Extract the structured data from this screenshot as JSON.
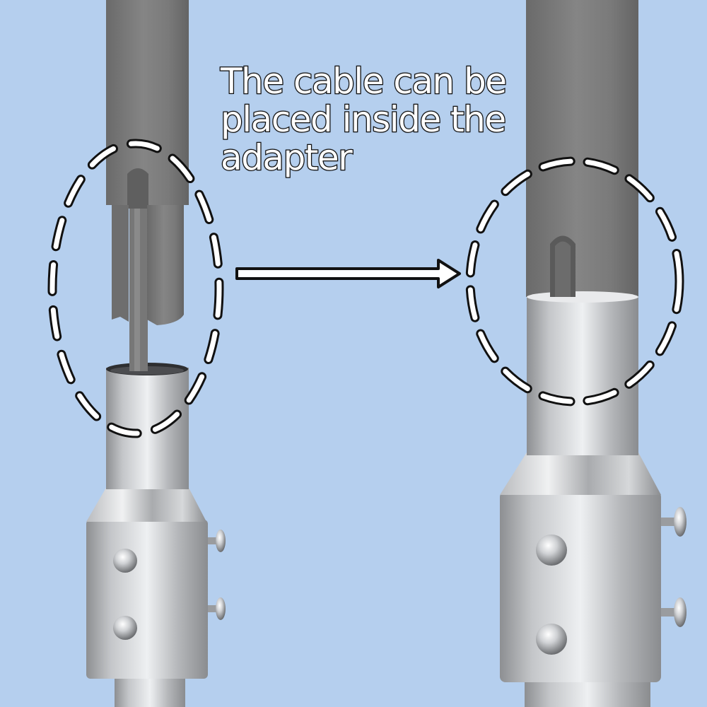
{
  "caption": {
    "lines": [
      "The cable can be",
      "placed inside the",
      "adapter"
    ]
  },
  "colors": {
    "background": "#b5cfee",
    "tube_gray": "#7c7c7c",
    "metal_light": "#d4d6d8",
    "metal_dark": "#8e9093",
    "outline": "#111111",
    "dash_fill": "#ffffff"
  },
  "illustrations": [
    {
      "id": "before",
      "description": "Gray tube with slotted end and cable, separated above silver adapter with set screws",
      "highlight": "dashed-ellipse"
    },
    {
      "id": "after",
      "description": "Gray tube inserted into silver adapter, cable hidden in slot",
      "highlight": "dashed-circle"
    }
  ],
  "arrow": {
    "direction": "right"
  }
}
